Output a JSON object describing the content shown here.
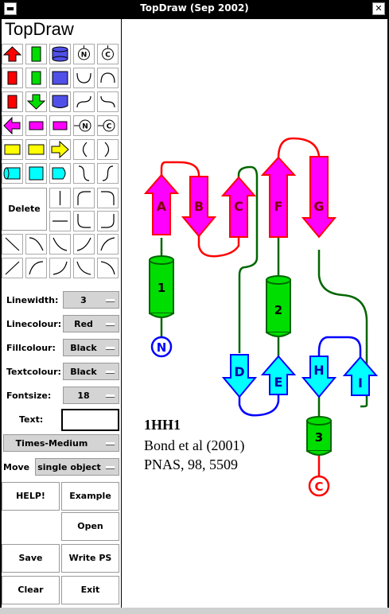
{
  "window": {
    "title": "TopDraw  (Sep 2002)"
  },
  "app_title": "TopDraw",
  "toolbar": {
    "delete_label": "Delete",
    "n_label": "N",
    "c_label": "C"
  },
  "properties": {
    "linewidth": {
      "label": "Linewidth:",
      "value": "3"
    },
    "linecolour": {
      "label": "Linecolour:",
      "value": "Red"
    },
    "fillcolour": {
      "label": "Fillcolour:",
      "value": "Black"
    },
    "textcolour": {
      "label": "Textcolour:",
      "value": "Black"
    },
    "fontsize": {
      "label": "Fontsize:",
      "value": "18"
    },
    "text": {
      "label": "Text:",
      "value": ""
    },
    "font": {
      "value": "Times-Medium"
    },
    "move": {
      "label": "Move",
      "value": "single object"
    }
  },
  "buttons": {
    "help": "HELP!",
    "example": "Example",
    "open": "Open",
    "save": "Save",
    "write_ps": "Write PS",
    "clear": "Clear",
    "exit": "Exit"
  },
  "diagram": {
    "strands": [
      "A",
      "B",
      "C",
      "F",
      "G",
      "D",
      "E",
      "H",
      "I"
    ],
    "helices": [
      "1",
      "2",
      "3"
    ],
    "n_terminus": "N",
    "c_terminus": "C",
    "caption": {
      "line1": "1HH1",
      "line2": "Bond et al (2001)",
      "line3": "PNAS, 98, 5509"
    }
  },
  "colors": {
    "magenta": "#ff00ff",
    "red": "#ff0000",
    "green": "#00cc00",
    "dark_green": "#006600",
    "blue": "#0000ff",
    "cyan": "#00ffff",
    "yellow": "#ffff00",
    "slate_blue": "#4e4ee0"
  }
}
